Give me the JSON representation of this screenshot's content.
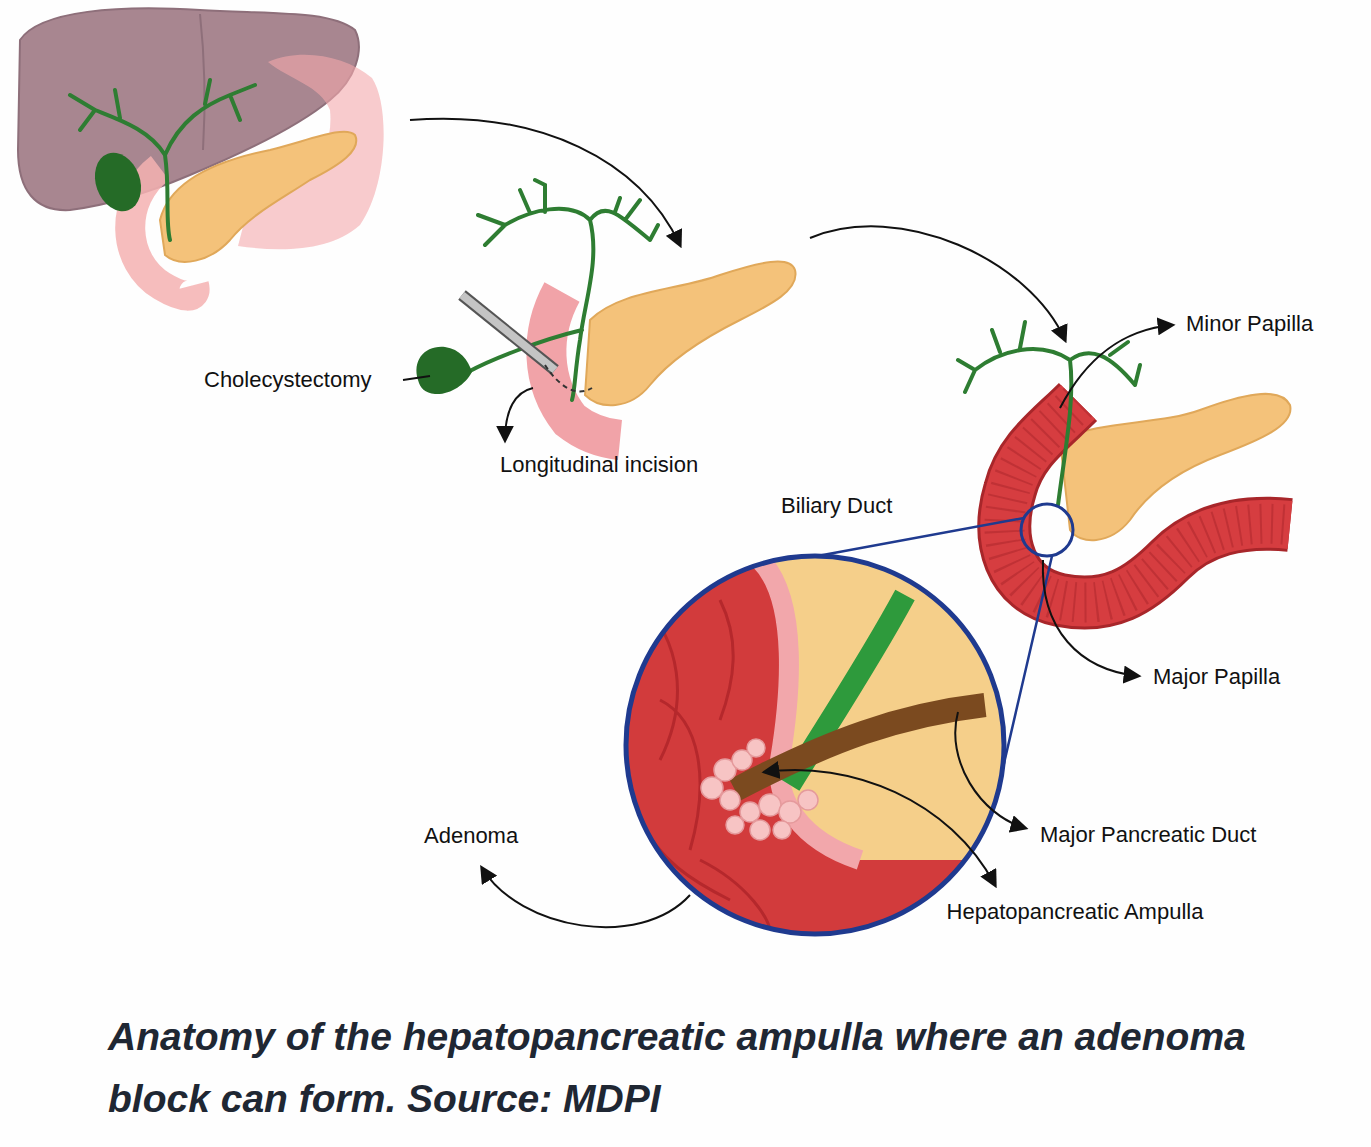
{
  "diagram": {
    "caption": "Anatomy of the hepatopancreatic ampulla where an adenoma block can form. Source: MDPI",
    "labels": [
      "Minor Papilla",
      "Cholecystectomy",
      "Longitudinal incision",
      "Biliary Duct",
      "Major Papilla",
      "Major Pancreatic Duct",
      "Adenoma",
      "Hepatopancreatic Ampulla"
    ]
  }
}
